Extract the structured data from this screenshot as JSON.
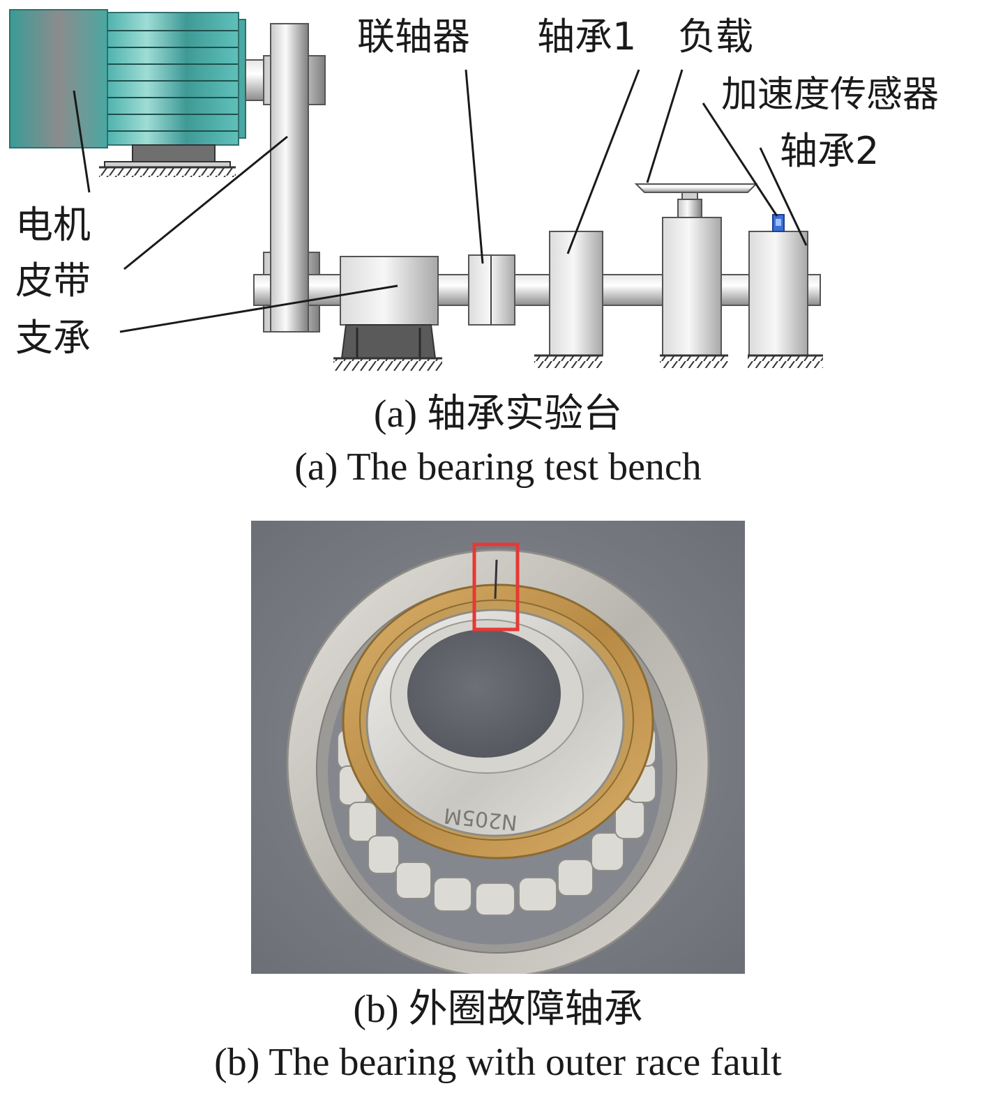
{
  "diagram": {
    "labels": {
      "coupling": "联轴器",
      "bearing1": "轴承1",
      "load": "负载",
      "accel_sensor": "加速度传感器",
      "bearing2": "轴承2",
      "motor": "电机",
      "belt": "皮带",
      "support": "支承"
    },
    "colors": {
      "motor_teal": "#5fbfb8",
      "steel_light": "#f2f2f2",
      "steel_dark": "#8a8a8a",
      "sensor_blue": "#3b6fd6"
    }
  },
  "captions": {
    "a_cn": "(a) 轴承实验台",
    "a_en": "(a) The bearing test bench",
    "b_cn": "(b) 外圈故障轴承",
    "b_en": "(b) The bearing with outer race fault"
  },
  "photo": {
    "bearing_marking": "N205M",
    "highlight_color": "#e53935"
  }
}
